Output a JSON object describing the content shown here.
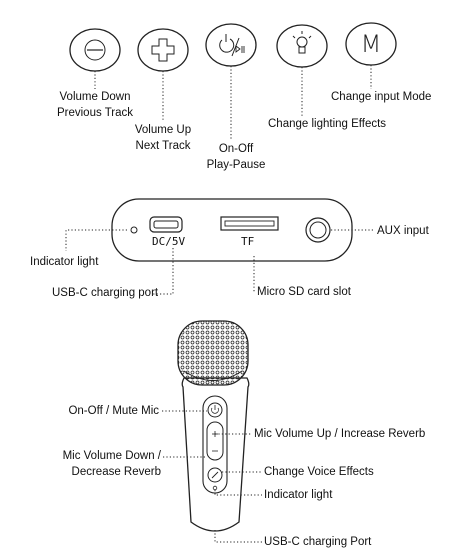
{
  "buttons": {
    "volume_down": {
      "icon": "minus-icon",
      "label_line1": "Volume Down",
      "label_line2": "Previous Track"
    },
    "volume_up": {
      "icon": "plus-icon",
      "label_line1": "Volume Up",
      "label_line2": "Next  Track"
    },
    "power": {
      "icon": "power-play-pause-icon",
      "label_line1": "On-Off",
      "label_line2": "Play-Pause"
    },
    "lighting": {
      "icon": "light-bulb-icon",
      "label": "Change lighting Effects"
    },
    "mode": {
      "icon": "m-letter-icon",
      "glyph": "M",
      "label": "Change input Mode"
    }
  },
  "speaker_panel": {
    "port_dc_label": "DC/5V",
    "port_tf_label": "TF",
    "aux_label": "AUX input",
    "indicator_label": "Indicator light",
    "usbc_label": "USB-C charging port",
    "sd_label": "Micro SD card slot"
  },
  "microphone": {
    "power_mute": "On-Off / Mute Mic",
    "vol_up": "Mic Volume Up / Increase Reverb",
    "vol_down_line1": "Mic Volume Down /",
    "vol_down_line2": "Decrease Reverb",
    "voice_effects": "Change Voice Effects",
    "indicator": "Indicator light",
    "usbc": "USB-C charging Port"
  }
}
